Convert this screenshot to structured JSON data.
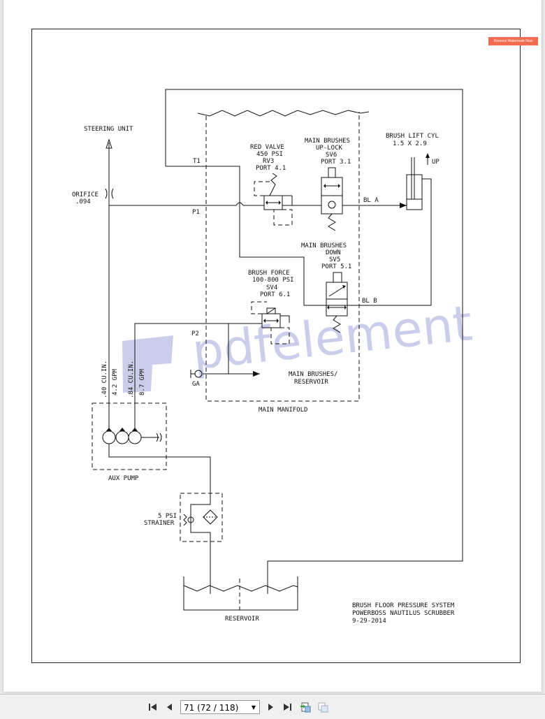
{
  "watermark": {
    "button_label": "Remove Watermark Now",
    "logo_text": "pdfelement"
  },
  "labels": {
    "steering_unit": "STEERING UNIT",
    "orifice": "ORIFICE",
    "orifice_size": ".094",
    "t1": "T1",
    "p1": "P1",
    "p2": "P2",
    "ga": "GA",
    "red_valve": [
      "RED VALVE",
      "450 PSI",
      "RV3",
      "PORT 4.1"
    ],
    "main_brushes_uplock": [
      "MAIN BRUSHES",
      "UP-LOCK",
      "SV6",
      "PORT 3.1"
    ],
    "brush_lift_cyl": [
      "BRUSH LIFT CYL",
      "1.5 X 2.9"
    ],
    "up": "UP",
    "bl_a": "BL A",
    "bl_b": "BL B",
    "main_brushes_down": [
      "MAIN BRUSHES",
      "DOWN",
      "SV5",
      "PORT 5.1"
    ],
    "brush_force": [
      "BRUSH FORCE",
      "100-800 PSI",
      "SV4",
      "PORT 6.1"
    ],
    "main_brushes_reservoir": [
      "MAIN BRUSHES/",
      "RESERVOIR"
    ],
    "main_manifold": "MAIN MANIFOLD",
    "pump_specs": [
      ".40 CU.IN.",
      "4.2 GPM",
      ".84 CU.IN.",
      "8.7 GPM"
    ],
    "aux_pump": "AUX PUMP",
    "strainer": [
      "5 PSI",
      "STRAINER"
    ],
    "reservoir": "RESERVOIR",
    "title_block": [
      "BRUSH FLOOR PRESSURE SYSTEM",
      "POWERBOSS NAUTILUS SCRUBBER",
      "9-29-2014"
    ]
  },
  "toolbar": {
    "page_indicator": "71 (72 / 118)",
    "first_icon": "first-page-icon",
    "prev_icon": "previous-page-icon",
    "next_icon": "next-page-icon",
    "last_icon": "last-page-icon",
    "single_icon": "single-page-view-icon",
    "continuous_icon": "continuous-view-icon"
  }
}
